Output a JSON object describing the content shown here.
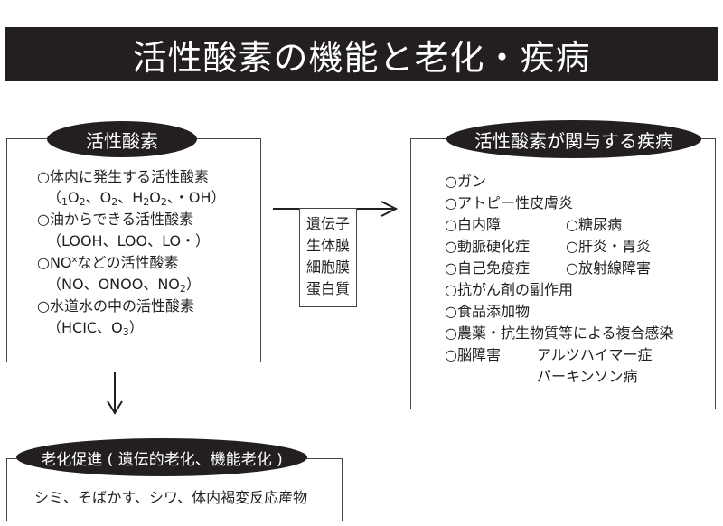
{
  "title": "活性酸素の機能と老化・疾病",
  "left_box": {
    "header": "活性酸素",
    "lines": [
      "○体内に発生する活性酸素",
      "○油からできる活性酸素",
      "（LOOH、LOO、LO・）",
      "○NO",
      "などの活性酸素",
      "（NO、ONOO、NO",
      "）",
      "○水道水の中の活性酸素",
      "（HCIC、O",
      "）"
    ],
    "formula1": {
      "open": "（",
      "sub1": "1",
      "o2a": "O",
      "sub2": "2",
      "sep1": "、O",
      "sub3": "2",
      "sep2": "、H",
      "sub4": "2",
      "o2b": "O",
      "sub5": "2",
      "tail": "、・OH）"
    },
    "nox_sup": "x",
    "no2_sub": "2",
    "o3_sub": "3"
  },
  "center_box": {
    "items": [
      "遺伝子",
      "生体膜",
      "細胞膜",
      "蛋白質"
    ]
  },
  "right_box": {
    "header": "活性酸素が関与する疾病",
    "col1": [
      "○ガン",
      "○アトピー性皮膚炎",
      "○白内障",
      "○動脈硬化症",
      "○自己免疫症",
      "○抗がん剤の副作用",
      "○食品添加物",
      "○農薬・抗生物質等による複合感染",
      "○脳障害"
    ],
    "col2": [
      "○糖尿病",
      "○肝炎・胃炎",
      "○放射線障害"
    ],
    "brain_sub": [
      "アルツハイマー症",
      "パーキンソン病"
    ]
  },
  "bottom_box": {
    "header": "老化促進 ( 遺伝的老化、機能老化 )",
    "text": "シミ、そばかす、シワ、体内褐変反応産物"
  },
  "colors": {
    "dark": "#231f20",
    "light": "#ffffff"
  }
}
